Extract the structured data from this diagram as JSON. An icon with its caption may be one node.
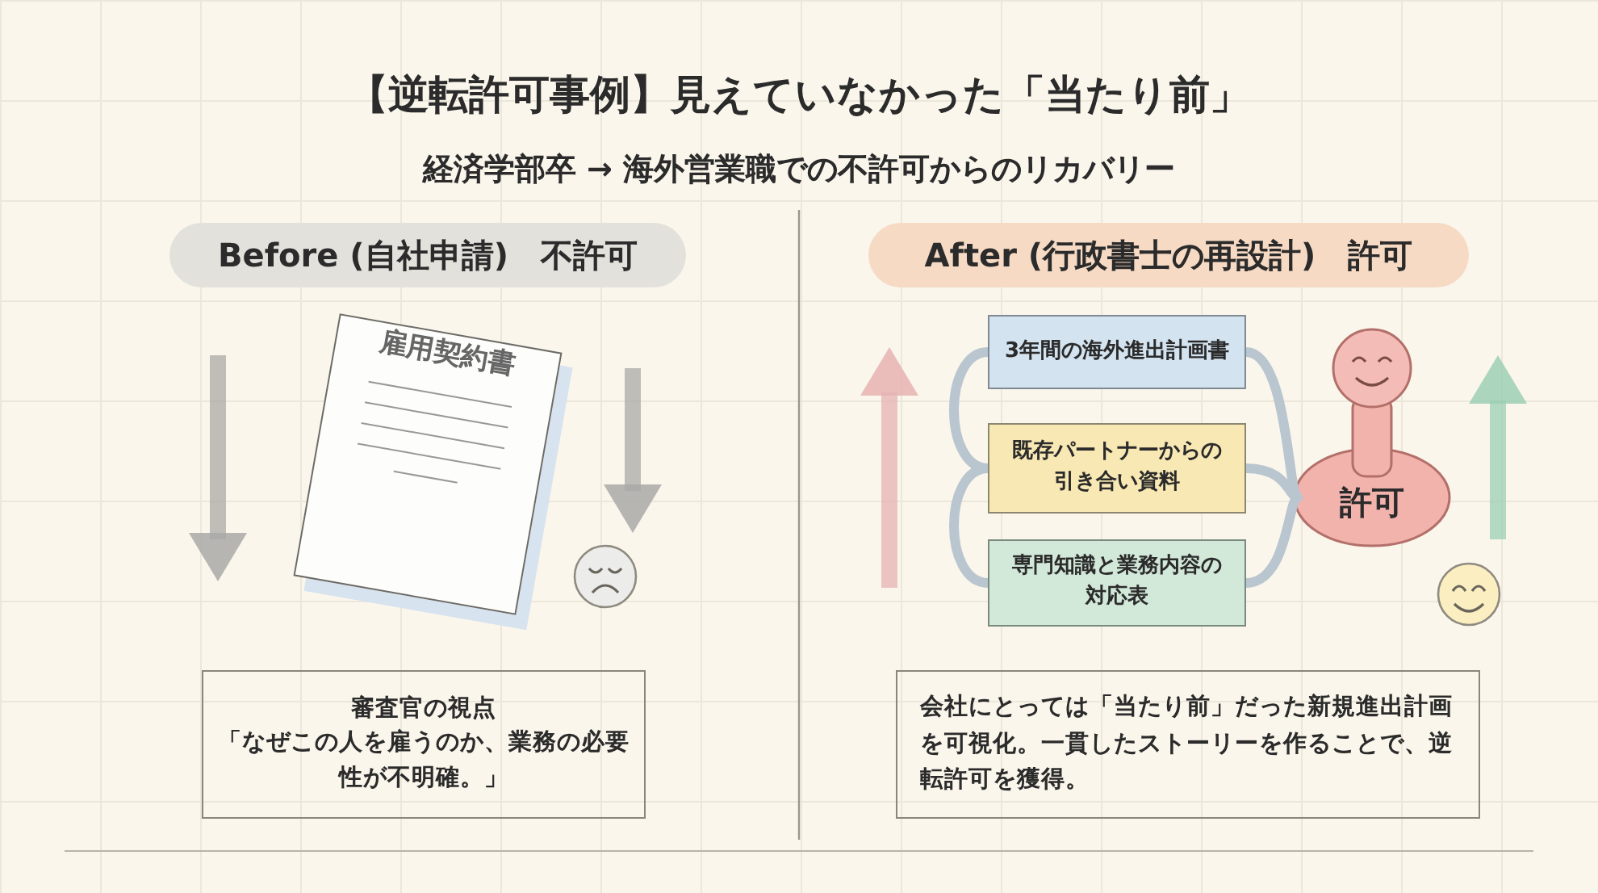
{
  "diagram": {
    "title": "【逆転許可事例】見えていなかった「当たり前」",
    "nodes": [
      {
        "text": [
          "Before (自社申請)　不許可"
        ]
      },
      {
        "text": [
          "雇用契約書"
        ]
      },
      {
        "text": [
          "審査官の視点",
          "「なぜこの人を雇うのか、業務の必要性が不明確。」"
        ]
      },
      {
        "text": [
          "After (行政書士の再設計)　許可"
        ]
      },
      {
        "text": [
          "3年間の海外進出計画書"
        ]
      },
      {
        "text": [
          "既存パートナーからの引き合い資料"
        ]
      },
      {
        "text": [
          "専門知識と業務内容の対応表"
        ]
      },
      {
        "text": [
          "許可"
        ]
      },
      {
        "text": [
          "会社にとっては「当たり前」だった新規進出計画を可視化。一貫したストーリーを作ることで、逆転許可を獲得。"
        ]
      }
    ],
    "edges": [
      {
        "from": 4,
        "to": 5,
        "arrow": "none"
      },
      {
        "from": 5,
        "to": 6,
        "arrow": "none"
      },
      {
        "from": 4,
        "to": 7,
        "arrow": "none"
      },
      {
        "from": 5,
        "to": 7,
        "arrow": "none"
      },
      {
        "from": 6,
        "to": 7,
        "arrow": "none"
      }
    ],
    "labels": [
      "経済学部卒 → 海外営業職での不許可からのリカバリー"
    ]
  }
}
